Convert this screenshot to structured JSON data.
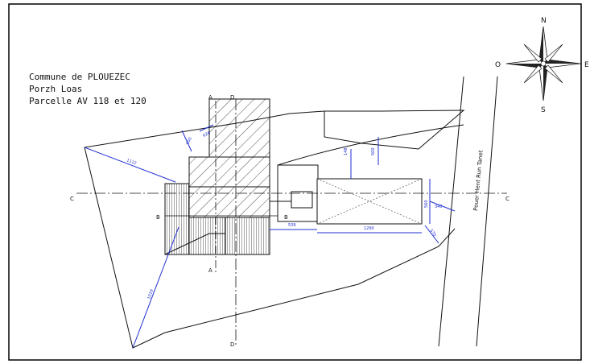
{
  "title_block": {
    "line1": "Commune de PLOUEZEC",
    "line2": "Porzh Loas",
    "line3": "Parcelle AV 118 et 120"
  },
  "compass": {
    "north": "N",
    "south": "S",
    "east": "E",
    "west": "O"
  },
  "road_label": "Pouer Hent Run Tanet",
  "section_markers": {
    "a_top": "A",
    "a_bottom": "A",
    "b_left": "B",
    "b_right": "B",
    "c_left": "C",
    "c_right": "C",
    "d_top": "D",
    "d_bottom": "D"
  },
  "dimensions": {
    "d1112": "1112",
    "d1019": "1019",
    "d500_left": "500",
    "d626": "626",
    "d148": "148",
    "d500_top": "500",
    "d560": "560",
    "d340": "340",
    "d539": "539",
    "d1290": "1290",
    "d570": "570"
  },
  "colors": {
    "line": "#111111",
    "dimension": "#1f2fd0",
    "frame": "#000000"
  }
}
